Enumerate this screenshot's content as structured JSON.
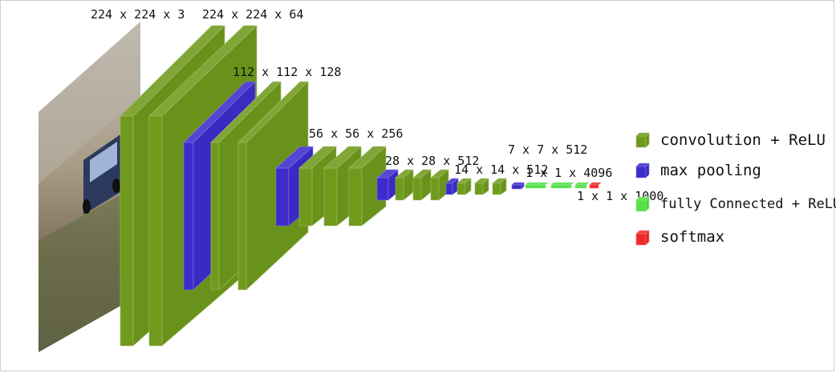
{
  "colors": {
    "conv": "#6f9a1c",
    "pool": "#3d2ccc",
    "fc": "#55e04a",
    "softmax": "#ee2a2a"
  },
  "labels": {
    "input": "224 x 224 x 3",
    "conv1": "224 x 224 x 64",
    "conv2": "112 x 112 x 128",
    "conv3": "56 x 56 x 256",
    "conv4": "28 x 28 x 512",
    "conv5": "14 x 14 x 512",
    "pool5": "7 x 7 x 512",
    "fc": "1 x 1 x 4096",
    "out": "1 x 1 x 1000"
  },
  "legend": [
    {
      "key": "conv",
      "text": "convolution + ReLU"
    },
    {
      "key": "pool",
      "text": "max pooling"
    },
    {
      "key": "fc",
      "text": "fully Connected + ReLU"
    },
    {
      "key": "softmax",
      "text": "softmax"
    }
  ],
  "icons": {
    "input_image": "rally-car-photo-icon"
  }
}
